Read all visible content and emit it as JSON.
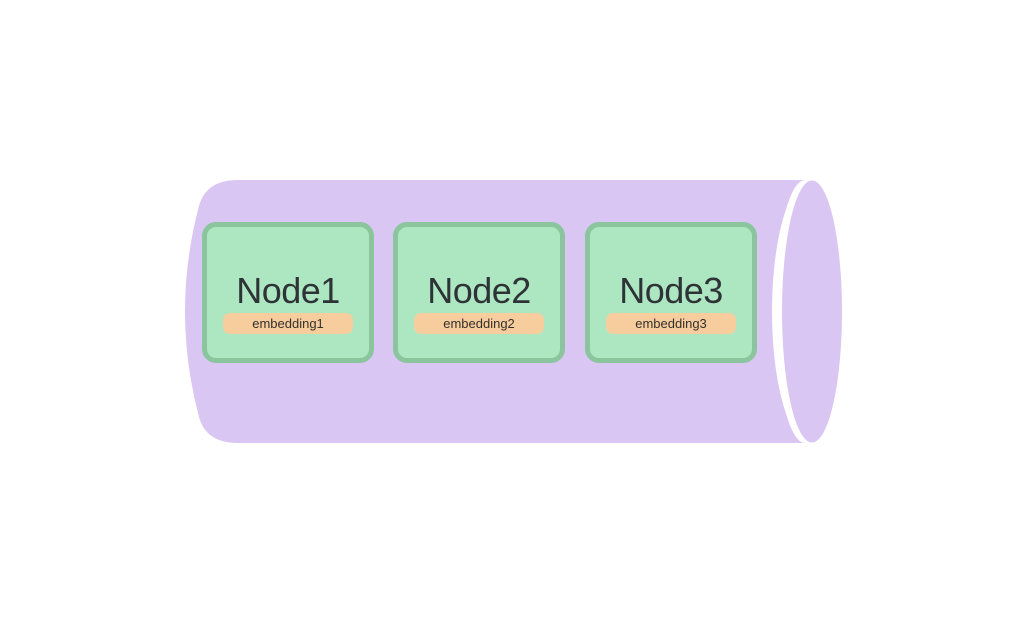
{
  "diagram": {
    "description": "Horizontal cylinder (vector store) containing three node boxes with embedding chips",
    "colors": {
      "background": "#FFFFFF",
      "cylinder": "#D9C6F3",
      "cap_gap": "#FFFFFF",
      "node_fill": "#ADE7C1",
      "node_border": "#8AC59E",
      "node_text": "#2E3338",
      "embedding_fill": "#F7CD9E",
      "embedding_text": "#33302C"
    },
    "nodes": [
      {
        "label": "Node1",
        "embedding": "embedding1"
      },
      {
        "label": "Node2",
        "embedding": "embedding2"
      },
      {
        "label": "Node3",
        "embedding": "embedding3"
      }
    ]
  }
}
